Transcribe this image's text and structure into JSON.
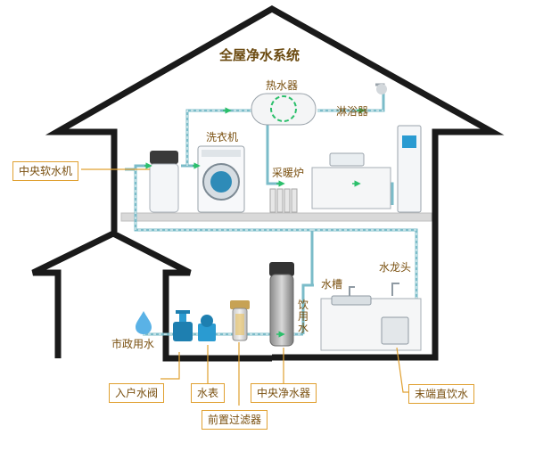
{
  "title": "全屋净水系统",
  "labels": {
    "water_heater": "热水器",
    "shower": "淋浴器",
    "washing_machine": "洗衣机",
    "heating_stove": "采暖炉",
    "sink": "水槽",
    "faucet": "水龙头",
    "drinking_water_vertical": "饮用水",
    "municipal_water": "市政用水"
  },
  "callouts": {
    "central_softener": "中央软水机",
    "inlet_valve": "入户水阀",
    "water_meter": "水表",
    "pre_filter": "前置过滤器",
    "central_purifier": "中央净水器",
    "terminal_drinking": "末端直饮水"
  },
  "colors": {
    "house_outline": "#1a1a1a",
    "pipe": "#7bbcc9",
    "callout_border": "#e0a030",
    "callout_text": "#7a5010",
    "floor": "#d9d9d9",
    "flow_arrow": "#2bbf6b"
  },
  "icons": {
    "water_drop": "water-drop-icon",
    "flow_arrow": "arrow-icon"
  }
}
